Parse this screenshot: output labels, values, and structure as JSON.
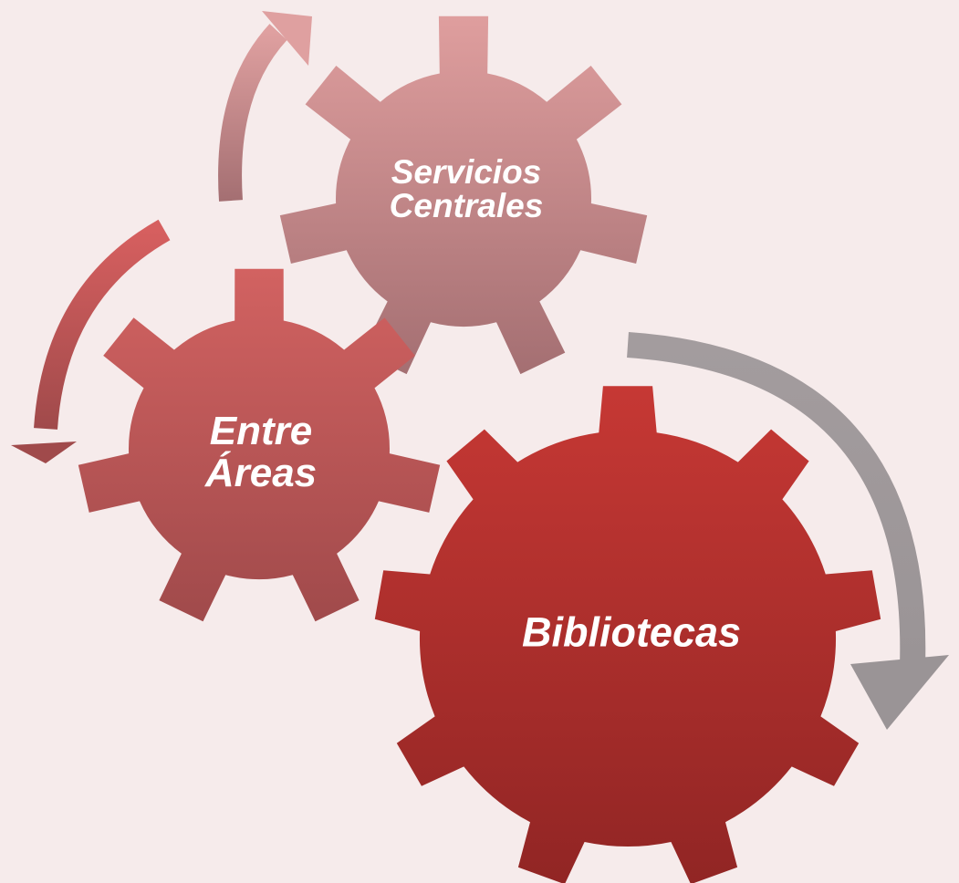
{
  "diagram": {
    "gears": [
      {
        "id": "small",
        "lines": [
          "Servicios",
          "Centrales"
        ],
        "color_top": "#df9e9e",
        "color_bottom": "#a46f72"
      },
      {
        "id": "medium",
        "lines": [
          "Entre",
          "Áreas"
        ],
        "color_top": "#d26261",
        "color_bottom": "#a04a4b"
      },
      {
        "id": "large",
        "lines": [
          "Bibliotecas"
        ],
        "color_top": "#c63834",
        "color_bottom": "#912524"
      }
    ],
    "colors": {
      "background": "#f6ebeb",
      "arrow_top": "#d99a9a",
      "arrow_left": "#d05b5b",
      "arrow_right": "#a09a9c"
    }
  }
}
